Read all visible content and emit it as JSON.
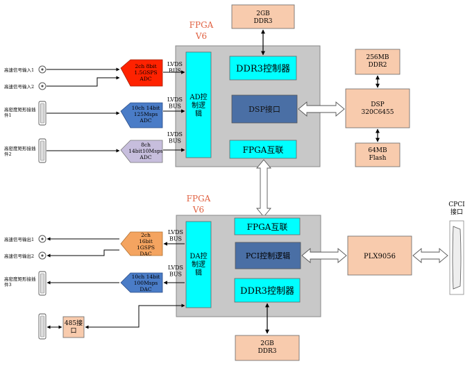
{
  "colors": {
    "fpga_bg": "#C8C8C8",
    "cyan": "#00FFFF",
    "peach": "#F8CBAD",
    "dsp_port": "#4A6FA5",
    "red_adc": "#FF2200",
    "blue_adc": "#4A7CC7",
    "lavender": "#C7BEDD",
    "orange_dac": "#F4A460",
    "title_red": "#E06040"
  },
  "top_fpga": {
    "title_line1": "FPGA",
    "title_line2": "V6",
    "ad_block": "AD控\n制逻\n辑",
    "ddr3_ctrl": "DDR3控制器",
    "dsp_port": "DSP接口",
    "fpga_link": "FPGA互联",
    "lvds": [
      "LVDS\nBUS",
      "LVDS\nBUS",
      "LVDS\nBUS"
    ]
  },
  "bottom_fpga": {
    "title_line1": "FPGA",
    "title_line2": "V6",
    "da_block": "DA控\n制逻\n辑",
    "fpga_link": "FPGA互联",
    "pci_ctrl": "PCI控制逻辑",
    "ddr3_ctrl": "DDR3控制器",
    "lvds": [
      "LVDS\nBUS",
      "LVDS\nBUS"
    ]
  },
  "memory": {
    "ddr3_top": "2GB\nDDR3",
    "ddr3_bottom": "2GB\nDDR3",
    "ddr2": "256MB\nDDR2",
    "flash": "64MB\nFlash"
  },
  "dsp": "DSP\n320C6455",
  "plx": "PLX9056",
  "cpci": "CPCI\n接口",
  "rs485": "485接\n口",
  "adcs": [
    "2ch 8bit\n1.5GSPS\nADC",
    "10ch 14bit\n125Msps\nADC",
    "8ch\n14bit10Msps\nADC"
  ],
  "dacs": [
    "2ch\n16bit\n1GSPS\nDAC",
    "10ch 14bit\n100Msps\nDAC"
  ],
  "inputs": [
    "高速信号输入1",
    "高速信号输入2",
    "高密度矩形接插\n件1",
    "高密度矩形接插\n件2"
  ],
  "outputs": [
    "高速信号输出1",
    "高速信号输出2",
    "高密度矩形接插\n件3"
  ]
}
